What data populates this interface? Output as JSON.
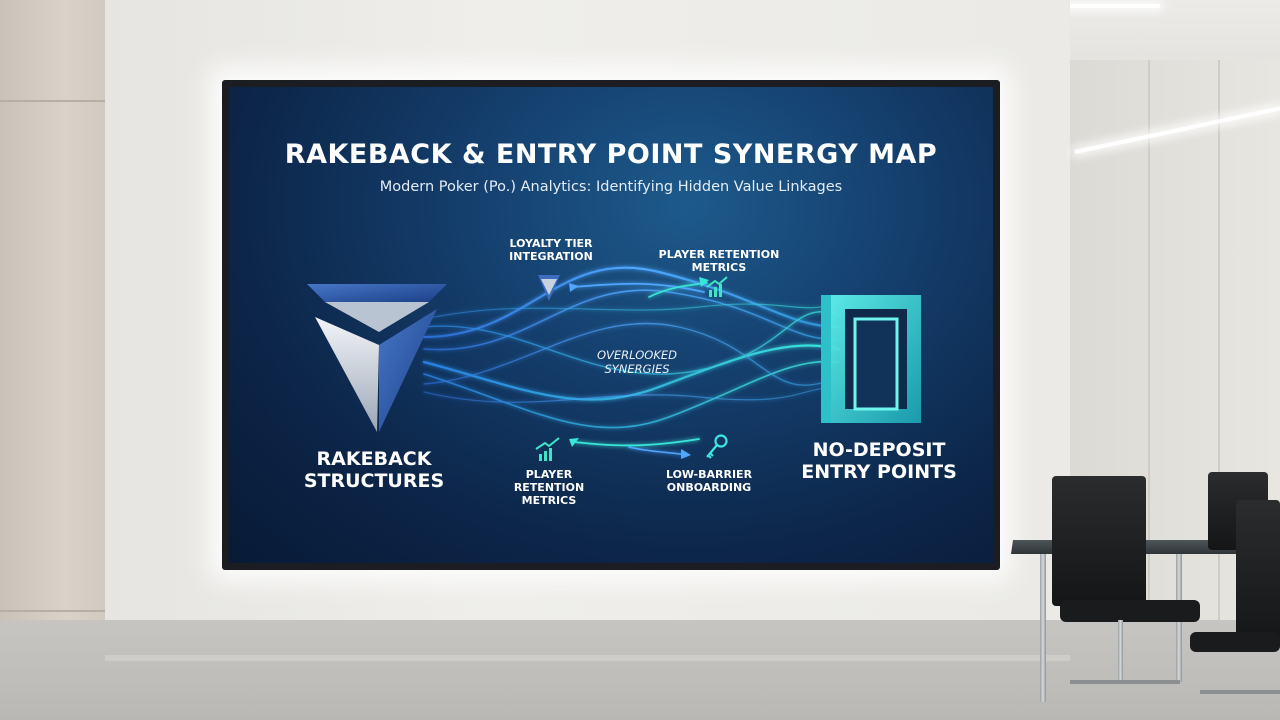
{
  "screen": {
    "title": "RAKEBACK & ENTRY POINT SYNERGY MAP",
    "subtitle": "Modern Poker (Po.) Analytics: Identifying Hidden Value Linkages",
    "left_node": {
      "line1": "RAKEBACK",
      "line2": "STRUCTURES",
      "icon": "triangle-logo-icon"
    },
    "right_node": {
      "line1": "NO-DEPOSIT",
      "line2": "ENTRY POINTS",
      "icon": "doorway-icon"
    },
    "top_left_label": {
      "line1": "LOYALTY TIER",
      "line2": "INTEGRATION",
      "icon": "triangle-small-icon"
    },
    "top_right_label": {
      "line1": "PLAYER RETENTION",
      "line2": "METRICS",
      "icon": "growth-chart-icon"
    },
    "center_label": {
      "line1": "OVERLOOKED",
      "line2": "SYNERGIES"
    },
    "bottom_left_label": {
      "line1": "PLAYER",
      "line2": "RETENTION",
      "line3": "METRICS",
      "icon": "growth-chart-icon"
    },
    "bottom_right_label": {
      "line1": "LOW-BARRIER",
      "line2": "ONBOARDING",
      "icon": "key-icon"
    }
  },
  "colors": {
    "screen_dark": "#081a36",
    "screen_mid": "#143e6c",
    "accent_blue": "#3f8ef0",
    "accent_cyan": "#36e0d6",
    "logo_blue": "#2f5fb0"
  }
}
